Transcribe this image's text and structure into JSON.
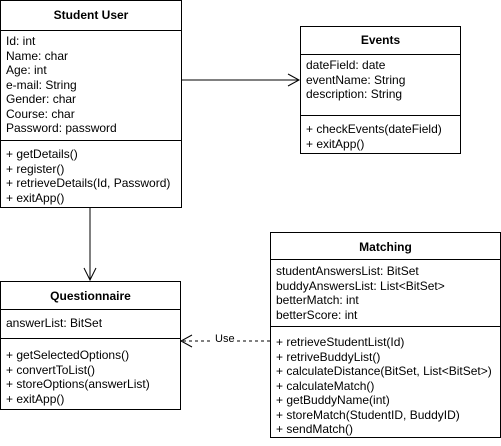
{
  "classes": {
    "student_user": {
      "name": "Student User",
      "attributes": [
        "Id: int",
        "Name: char",
        "Age: int",
        "e-mail: String",
        "Gender: char",
        "Course: char",
        "Password: password"
      ],
      "operations": [
        "+ getDetails()",
        "+ register()",
        "+ retrieveDetails(Id, Password)",
        "+ exitApp()"
      ]
    },
    "events": {
      "name": "Events",
      "attributes": [
        "dateField: date",
        "eventName: String",
        "description: String"
      ],
      "operations": [
        "+ checkEvents(dateField)",
        "+ exitApp()"
      ]
    },
    "questionnaire": {
      "name": "Questionnaire",
      "attributes": [
        "answerList: BitSet"
      ],
      "operations": [
        "+ getSelectedOptions()",
        "+ convertToList()",
        "+ storeOptions(answerList)",
        "+ exitApp()"
      ]
    },
    "matching": {
      "name": "Matching",
      "attributes": [
        "studentAnswersList: BitSet",
        "buddyAnswersList: List<BitSet>",
        "betterMatch: int",
        "betterScore: int"
      ],
      "operations": [
        "+ retrieveStudentList(Id)",
        "+ retriveBuddyList()",
        "+ calculateDistance(BitSet, List<BitSet>)",
        "+ calculateMatch()",
        "+ getBuddyName(int)",
        "+ storeMatch(StudentID, BuddyID)",
        "+ sendMatch()"
      ]
    }
  },
  "relations": {
    "use_label": "Use"
  }
}
